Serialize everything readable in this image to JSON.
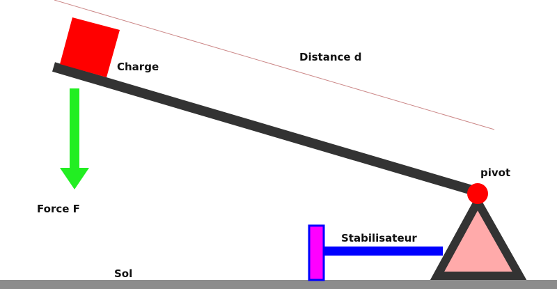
{
  "labels": {
    "charge": "Charge",
    "distance": "Distance d",
    "force": "Force F",
    "pivot": "pivot",
    "stabilisateur": "Stabilisateur",
    "sol": "Sol"
  },
  "colors": {
    "background": "#ffffff",
    "ground": "#8c8c8c",
    "lever": "#333333",
    "charge_box": "#ff0000",
    "force_arrow": "#22ee22",
    "pivot_joint": "#ff0000",
    "triangle_fill": "#ffaaaa",
    "triangle_stroke": "#333333",
    "stabilisateur_bar": "#0000ff",
    "stabilisateur_post": "#ff00ff",
    "distance_line": "#cc8888"
  },
  "icons": {
    "charge": "square-weight",
    "force": "arrow-down",
    "pivot": "circle-joint",
    "support": "triangle-support"
  }
}
